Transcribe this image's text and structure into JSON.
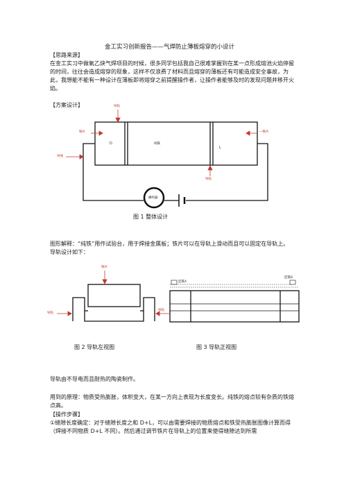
{
  "doc": {
    "title": "金工实习创新报告——气焊防止薄板熔穿的小设计",
    "sec1_heading": "【思路来源】",
    "sec1_para": "在金工实习中做氧乙炔气焊项目的时候，很多同学包括我自己很难掌握到在某一点形成熔池火焰停留的时间，往往会造成熔穿的现象，这样不仅浪费了材料而且熔穿的薄板还有可能造成安全事故，为此，我想能不能有一种设计在薄板即将熔穿之前提醒操作者，让操作者能够及时的发现问题并移开火焰。",
    "sec2_heading": "【方案设计】",
    "fig1_caption": "图 1    整体设计",
    "fig_explain": "图形解释：“纯铁”用作试验台，用于焊接金属板；铁片可以在导轨上滑动而且可以固定在导轨上。导轨设计如下：",
    "fig2_caption": "图 2    导轨左视图",
    "fig3_caption": "图 3    导轨正视图",
    "rail_material": "导轨由不导电而且耐热的陶瓷制作。",
    "principle": "用到的原理：物质受热膨胀，体积变大，在某一方向上表现为长度变长。纯铁的熔点较有杂质的铁熔点高。",
    "sec3_heading": "【操作步骤】",
    "step1": "①缝隙长度确定：对于缝隙长度之和 D+L，可以由需要焊接的物质熔点和铁受热膨胀图像计算而得（焊接不同物质 D+L 不同）。然后通过调节铁片在导轨上的位置来使得缝隙达到所需"
  },
  "fig1": {
    "label_rail_top": "导轨",
    "label_iron_left": "铁片",
    "label_d": "D",
    "label_pure_iron": "纯铁",
    "label_l": "L",
    "label_iron_right": "一铁片",
    "label_wire": "导线",
    "label_rail_bottom": "导轨",
    "label_bell": "蜂鸣器"
  },
  "fig2": {
    "label_iron": "铁片",
    "label_rail_left": "导轨",
    "label_rail_right": "导轨"
  },
  "fig3": {
    "label_iron_a": "区铁A",
    "label_iron_b": "区铁B"
  }
}
